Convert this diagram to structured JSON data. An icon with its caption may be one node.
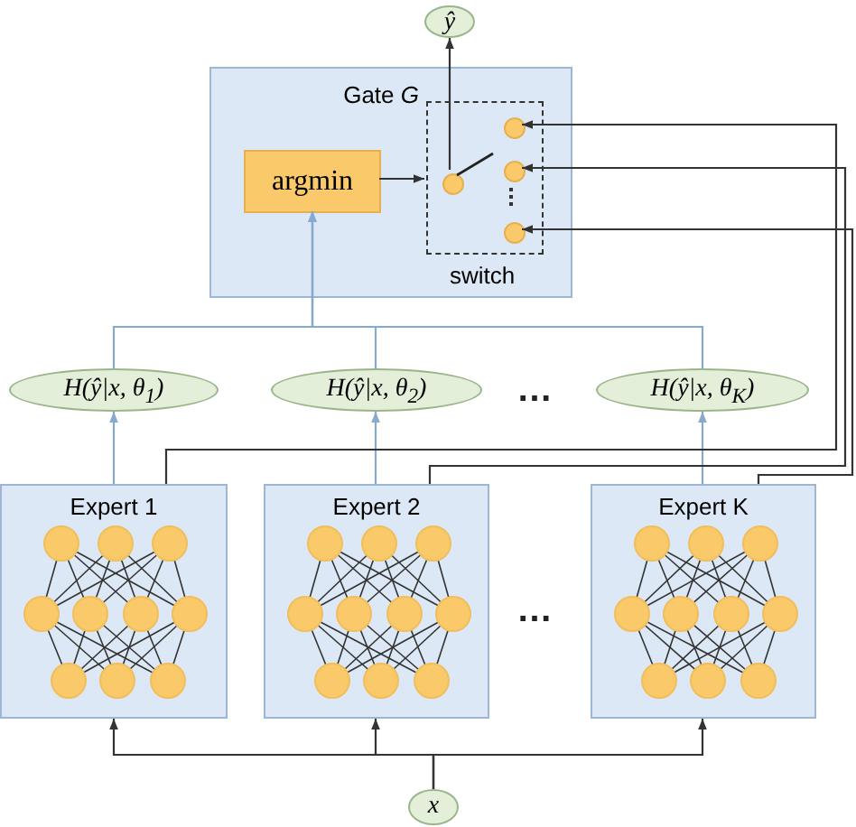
{
  "diagram": {
    "nodes": [
      {
        "text": [
          "ŷ"
        ]
      },
      {
        "text": [
          "Gate *G*"
        ]
      },
      {
        "text": [
          "argmin"
        ],
        "in": 1
      },
      {
        "text": [
          "switch"
        ],
        "in": 1
      },
      {
        "text": [],
        "shape": "circle",
        "in": 3
      },
      {
        "text": [],
        "shape": "circle",
        "in": 3
      },
      {
        "text": [],
        "shape": "circle",
        "in": 3
      },
      {
        "text": [],
        "shape": "circle",
        "in": 3
      },
      {
        "text": [
          "H(ŷ|x, θ$_{1}$)"
        ]
      },
      {
        "text": [
          "H(ŷ|x, θ$_{2}$)"
        ]
      },
      {
        "text": [
          "H(ŷ|x, θ$_{K}$)"
        ]
      },
      {
        "text": [
          "Expert 1"
        ]
      },
      {
        "text": [
          "Expert 2"
        ]
      },
      {
        "text": [
          "Expert K"
        ]
      },
      {
        "text": [
          "x"
        ]
      }
    ],
    "edges": [
      {
        "from": 4,
        "to": 0,
        "arrow": "to"
      },
      {
        "from": 2,
        "to": 3,
        "arrow": "to"
      },
      {
        "from": 8,
        "to": 2,
        "arrow": "to",
        "color": "#86a9cc"
      },
      {
        "from": 9,
        "to": 2,
        "arrow": "to",
        "color": "#86a9cc"
      },
      {
        "from": 10,
        "to": 2,
        "arrow": "to",
        "color": "#86a9cc"
      },
      {
        "from": 11,
        "to": 8,
        "arrow": "to",
        "color": "#86a9cc"
      },
      {
        "from": 12,
        "to": 9,
        "arrow": "to",
        "color": "#86a9cc"
      },
      {
        "from": 13,
        "to": 10,
        "arrow": "to",
        "color": "#86a9cc"
      },
      {
        "from": 11,
        "to": 5,
        "arrow": "to"
      },
      {
        "from": 12,
        "to": 6,
        "arrow": "to"
      },
      {
        "from": 13,
        "to": 7,
        "arrow": "to"
      },
      {
        "from": 14,
        "to": 11,
        "arrow": "to"
      },
      {
        "from": 14,
        "to": 12,
        "arrow": "to"
      },
      {
        "from": 14,
        "to": 13,
        "arrow": "to"
      }
    ],
    "labels": [
      "…",
      "…"
    ]
  }
}
